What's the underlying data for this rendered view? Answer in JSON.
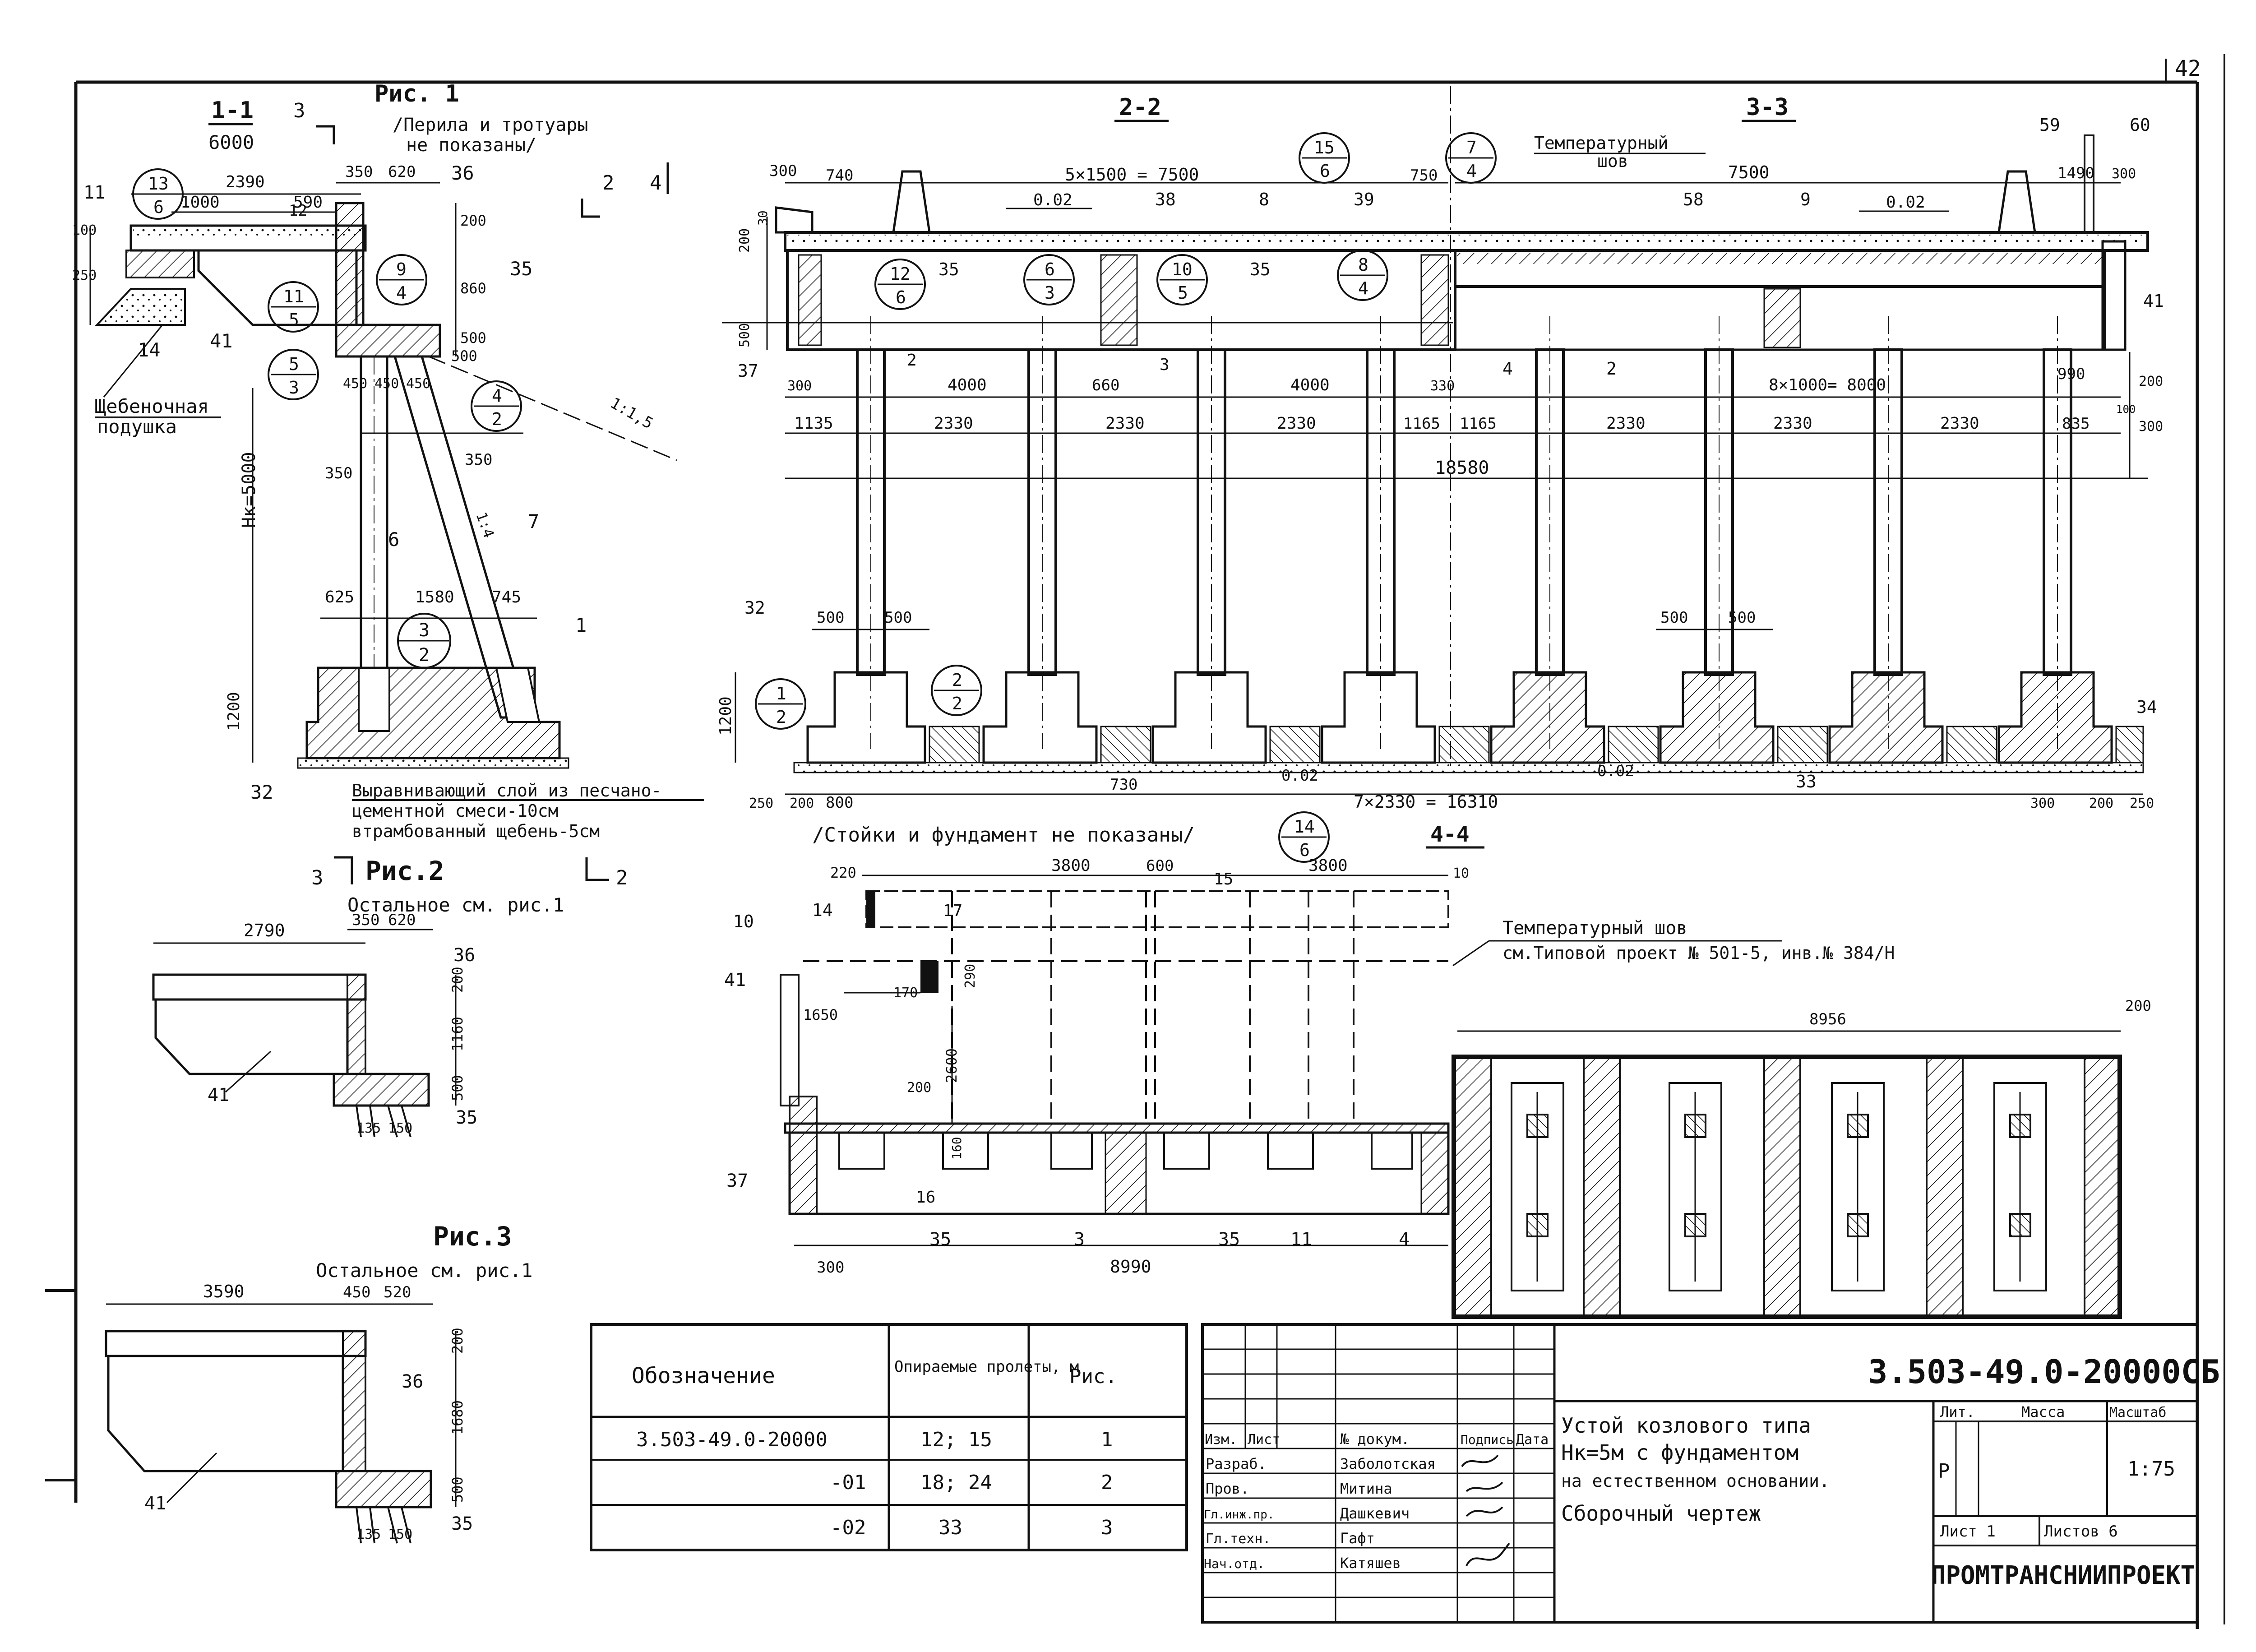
{
  "sheet": {
    "page_number": "42",
    "drawing_code": "3.503-49.0-20000СБ",
    "organization": "ПРОМТРАНСНИИПРОЕКТ",
    "title_lines": [
      "Устой козлового типа",
      "Нк=5м с фундаментом",
      "на естественном основании.",
      "Сборочный чертеж"
    ],
    "lit": "Лит.",
    "mass": "Масса",
    "scale_label": "Масштаб",
    "lit_value": "Р",
    "scale_value": "1:75",
    "sheet_label": "Лист 1",
    "sheets_label": "Листов 6",
    "head_cols": [
      "Изм.",
      "Лист",
      "№ докум.",
      "Подпись",
      "Дата"
    ],
    "roles": [
      {
        "role": "Разраб.",
        "name": "Заболотская"
      },
      {
        "role": "Пров.",
        "name": "Митина"
      },
      {
        "role": "Гл.инж.пр.",
        "name": "Дашкевич"
      },
      {
        "role": "Гл.техн.",
        "name": "Гафт"
      },
      {
        "role": "Нач.отд.",
        "name": "Катяшев"
      }
    ]
  },
  "spec_table": {
    "headers": [
      "Обозначение",
      "Опираемые пролеты, м",
      "Рис."
    ],
    "rows": [
      {
        "code": "3.503-49.0-20000",
        "spans": "12; 15",
        "fig": "1"
      },
      {
        "code": "-01",
        "spans": "18; 24",
        "fig": "2"
      },
      {
        "code": "-02",
        "spans": "33",
        "fig": "3"
      }
    ]
  },
  "fig1": {
    "section": "1-1",
    "width": "6000",
    "title": "Рис. 1",
    "note_lines": [
      "/Перила и тротуары",
      "не показаны/"
    ],
    "label_pad_1": "Щебеночная",
    "label_pad_2": "подушка",
    "hk": "Нк=5000",
    "leveling_1": "Выравнивающий слой из песчано-",
    "leveling_2": "цементной смеси-10см",
    "leveling_3": "втрамбованный щебень-5см",
    "slope": "1:1,5",
    "slope2": "1:4",
    "dims": [
      "2390",
      "1000",
      "590",
      "350",
      "620",
      "100",
      "250",
      "200",
      "860",
      "500",
      "500",
      "450",
      "450",
      "450",
      "350",
      "350",
      "625",
      "1580",
      "745",
      "1200"
    ],
    "marks": [
      "11",
      "12",
      "36",
      "35",
      "14",
      "41",
      "6",
      "7",
      "1",
      "32"
    ],
    "circles": [
      {
        "top": "13",
        "bottom": "6"
      },
      {
        "top": "9",
        "bottom": "4"
      },
      {
        "top": "11",
        "bottom": "5"
      },
      {
        "top": "5",
        "bottom": "3"
      },
      {
        "top": "4",
        "bottom": "2"
      },
      {
        "top": "3",
        "bottom": "2"
      }
    ],
    "cut_labels": [
      "3",
      "3",
      "2",
      "2",
      "4"
    ]
  },
  "fig2": {
    "title": "Рис.2",
    "subtitle": "Остальное см. рис.1",
    "dims": [
      "2790",
      "350",
      "620",
      "200",
      "1160",
      "500",
      "135",
      "150"
    ],
    "marks": [
      "36",
      "41",
      "35"
    ]
  },
  "fig3": {
    "title": "Рис.3",
    "subtitle": "Остальное см. рис.1",
    "dims": [
      "3590",
      "450",
      "520",
      "200",
      "1680",
      "500",
      "135",
      "150"
    ],
    "marks": [
      "36",
      "41",
      "35"
    ]
  },
  "sec22": {
    "section": "2-2",
    "span": "5×1500 = 7500",
    "slope": "0.02",
    "dims_top": [
      "300",
      "740",
      "750"
    ],
    "dims_mid": [
      "200",
      "30",
      "500",
      "300",
      "4000",
      "660",
      "4000",
      "330"
    ],
    "dims_bottom": [
      "1135",
      "2330",
      "2330",
      "2330",
      "1165"
    ],
    "dims_base": [
      "250",
      "200",
      "800",
      "730"
    ],
    "dims_ped": [
      "500",
      "500"
    ],
    "h": "1200",
    "marks": [
      "38",
      "8",
      "39",
      "35",
      "35",
      "37",
      "2",
      "3",
      "32"
    ],
    "circles": [
      {
        "top": "15",
        "bottom": "6"
      },
      {
        "top": "7",
        "bottom": "4"
      },
      {
        "top": "12",
        "bottom": "6"
      },
      {
        "top": "6",
        "bottom": "3"
      },
      {
        "top": "10",
        "bottom": "5"
      },
      {
        "top": "8",
        "bottom": "4"
      },
      {
        "top": "1",
        "bottom": "2"
      },
      {
        "top": "2",
        "bottom": "2"
      }
    ]
  },
  "sec33": {
    "section": "3-3",
    "joint": "Температурный",
    "joint2": "шов",
    "span": "7500",
    "slope": "0.02",
    "dims_top": [
      "1490",
      "300"
    ],
    "dims_mid": [
      "8×1000= 8000",
      "990",
      "200",
      "100",
      "300"
    ],
    "dims_bottom": [
      "1165",
      "2330",
      "2330",
      "2330",
      "835"
    ],
    "dims_base": [
      "300",
      "200",
      "250"
    ],
    "dims_ped": [
      "500",
      "500"
    ],
    "total": "18580",
    "base_total": "7×2330 = 16310",
    "marks": [
      "59",
      "60",
      "58",
      "9",
      "41",
      "4",
      "2",
      "34",
      "33"
    ]
  },
  "sec44": {
    "section": "4-4",
    "note": "/Стойки и фундамент не показаны/",
    "circle": {
      "top": "14",
      "bottom": "6"
    },
    "dims": [
      "220",
      "3800",
      "600",
      "3800",
      "10",
      "170",
      "1650",
      "290",
      "2600",
      "200",
      "160",
      "300",
      "8990"
    ],
    "marks": [
      "14",
      "15",
      "17",
      "10",
      "41",
      "16",
      "37",
      "35",
      "3",
      "35",
      "11",
      "4"
    ],
    "joint_1": "Температурный шов",
    "joint_2": "см.Типовой проект № 501-5, инв.№ 384/Н"
  },
  "plan": {
    "dims": [
      "8956",
      "200"
    ]
  }
}
